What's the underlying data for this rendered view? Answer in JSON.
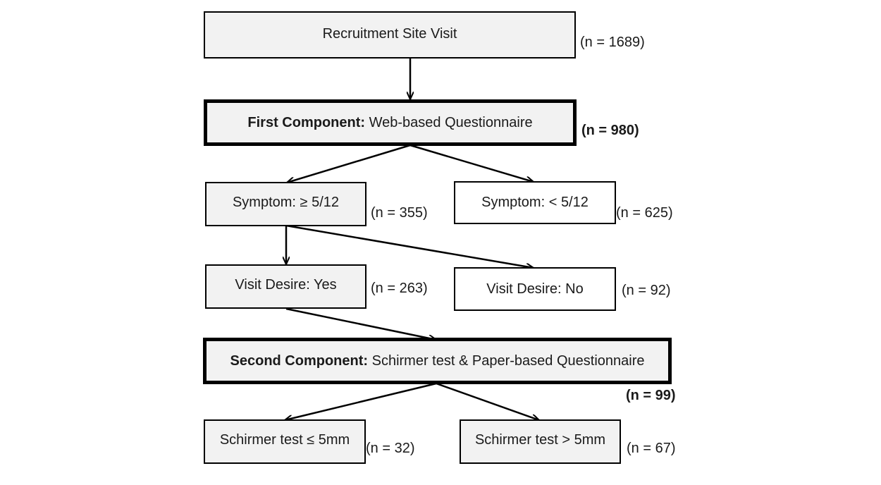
{
  "flowchart": {
    "recruitment": {
      "label": "Recruitment Site Visit",
      "n": "(n = 1689)"
    },
    "first_component": {
      "bold": "First Component:",
      "text": " Web-based Questionnaire",
      "n": "(n = 980)"
    },
    "symptom_high": {
      "label": "Symptom: ≥ 5/12",
      "n": "(n = 355)"
    },
    "symptom_low": {
      "label": "Symptom: < 5/12",
      "n": "(n = 625)"
    },
    "visit_yes": {
      "label": "Visit Desire: Yes",
      "n": "(n = 263)"
    },
    "visit_no": {
      "label": "Visit Desire: No",
      "n": "(n = 92)"
    },
    "second_component": {
      "bold": "Second Component:",
      "text": " Schirmer test & Paper-based Questionnaire",
      "n": "(n = 99)"
    },
    "schirmer_low": {
      "label": "Schirmer test ≤ 5mm",
      "n": "(n = 32)"
    },
    "schirmer_high": {
      "label": "Schirmer test > 5mm",
      "n": "(n = 67)"
    }
  }
}
